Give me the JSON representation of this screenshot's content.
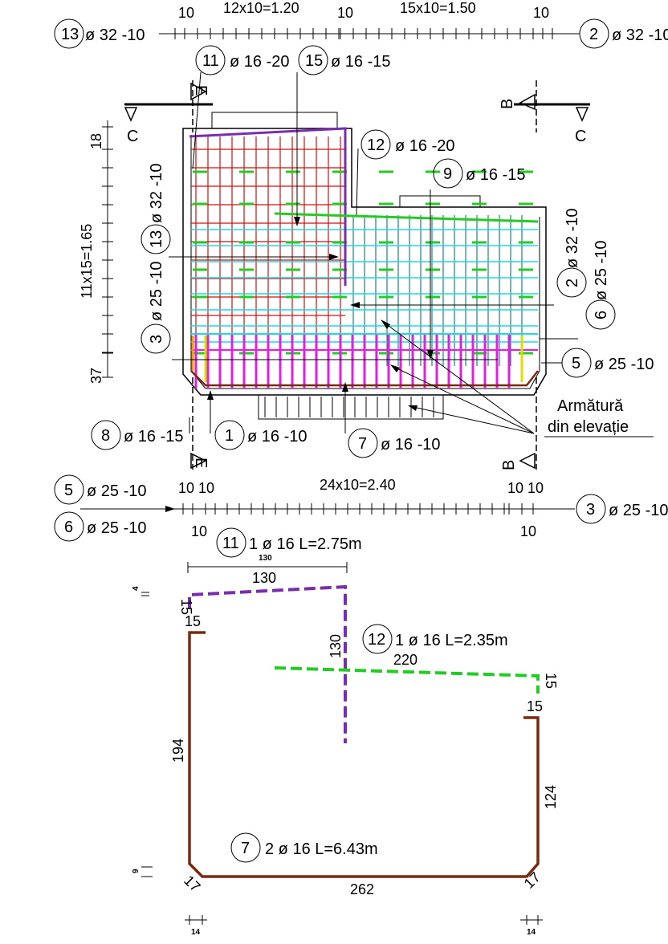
{
  "colors": {
    "purple": "#7a2cb0",
    "green": "#22cc22",
    "brown": "#7a2a10",
    "magenta": "#e020e0",
    "cyan": "#20d8e0",
    "red": "#cc1010",
    "teal": "#208080"
  },
  "top_dims": {
    "d1": "10",
    "d2": "12x10=1.20",
    "d3": "10",
    "d4": "15x10=1.50",
    "d5": "10"
  },
  "bottom_dims": {
    "d1": "10 10",
    "d2": "24x10=2.40",
    "d3": "10 10",
    "d4": "10",
    "d5": "10"
  },
  "left_dims": {
    "d1": "18",
    "d2": "11x15=1.65",
    "d3": "37"
  },
  "section_marks": {
    "c": "C",
    "e": "E",
    "b": "B"
  },
  "markers": [
    {
      "num": "13",
      "text": "ø 32 -10"
    },
    {
      "num": "2",
      "text": "ø 32 -10"
    },
    {
      "num": "11",
      "text": "ø 16 -20"
    },
    {
      "num": "15",
      "text": "ø 16 -15"
    },
    {
      "num": "12",
      "text": "ø 16 -20"
    },
    {
      "num": "9",
      "text": "ø 16 -15"
    },
    {
      "num": "13",
      "text": "ø 32 -10"
    },
    {
      "num": "3",
      "text": "ø 25 -10"
    },
    {
      "num": "2",
      "text": "ø 32 -10"
    },
    {
      "num": "6",
      "text": "ø 25 -10"
    },
    {
      "num": "5",
      "text": "ø 25 -10"
    },
    {
      "num": "8",
      "text": "ø 16 -15"
    },
    {
      "num": "1",
      "text": "ø 16 -10"
    },
    {
      "num": "7",
      "text": "ø 16 -10"
    },
    {
      "num": "5",
      "text": "ø 25 -10"
    },
    {
      "num": "6",
      "text": "ø 25 -10"
    },
    {
      "num": "3",
      "text": "ø 25 -10"
    }
  ],
  "elevation_note": {
    "line1": "Armătură",
    "line2": "din elevație"
  },
  "bar_details": [
    {
      "num": "11",
      "text": "1 ø 16 L=2.75m",
      "small": "130"
    },
    {
      "num": "12",
      "text": "1 ø 16 L=2.35m"
    },
    {
      "num": "7",
      "text": "2 ø 16 L=6.43m"
    }
  ],
  "shape_dims": {
    "b11_top": "130",
    "b11_leg": "130",
    "b11_hook": "15",
    "b11_hook2": "15",
    "b11_4": "4",
    "b12_len": "220",
    "b12_hook": "15",
    "b12_hook2": "15",
    "b7_hook_l": "15",
    "b7_left": "194",
    "b7_right": "124",
    "b7_bottom": "262",
    "b7_chamfer_l": "17",
    "b7_chamfer_r": "17",
    "b7_9": "9",
    "b7_14l": "14",
    "b7_14r": "14"
  }
}
